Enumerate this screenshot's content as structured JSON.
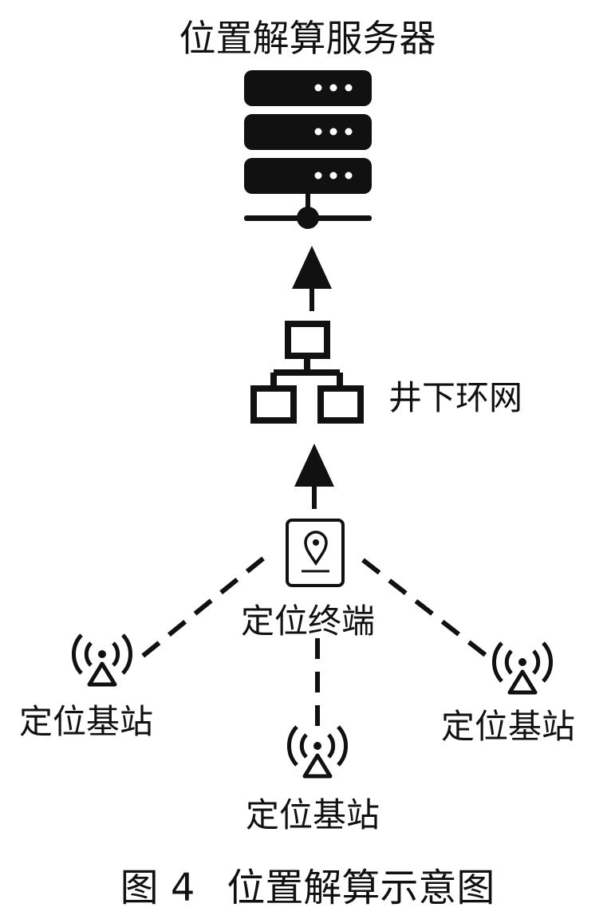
{
  "diagram": {
    "server_label": "位置解算服务器",
    "network_label": "井下环网",
    "terminal_label": "定位终端",
    "base_station_labels": [
      "定位基站",
      "定位基站",
      "定位基站"
    ]
  },
  "caption": {
    "figure_number": "图 4",
    "text": "位置解算示意图"
  },
  "icons": {
    "server": "server-icon",
    "network": "network-topology-icon",
    "terminal": "location-terminal-icon",
    "base_station": "radio-tower-icon",
    "arrow": "arrow-up-icon"
  },
  "colors": {
    "ink": "#111111",
    "background": "#ffffff"
  }
}
